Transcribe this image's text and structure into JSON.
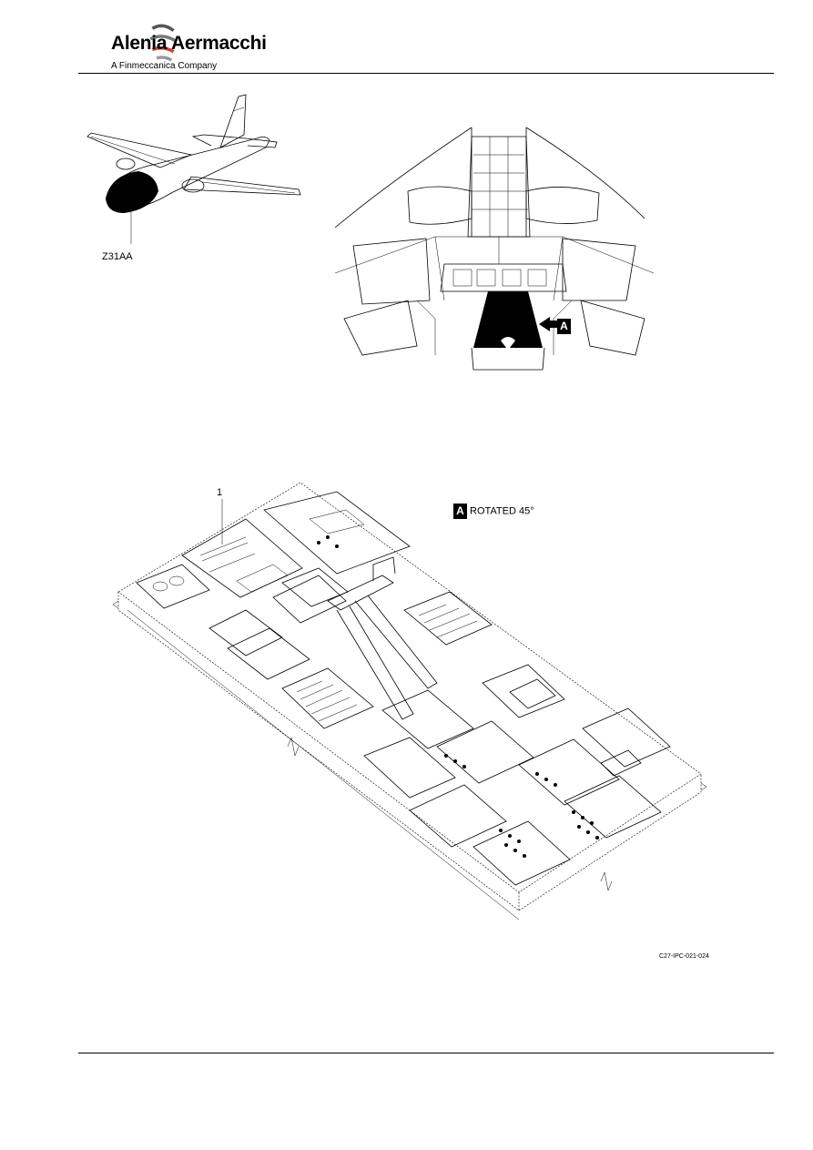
{
  "header": {
    "brand_name": "Alenia Aermacchi",
    "brand_tagline": "A Finmeccanica Company"
  },
  "figure": {
    "zone_label": "Z31AA",
    "view_letter": "A",
    "view_caption": "ROTATED 45°",
    "item_callout": "1",
    "figure_code": "C27-IPC-021-024"
  }
}
